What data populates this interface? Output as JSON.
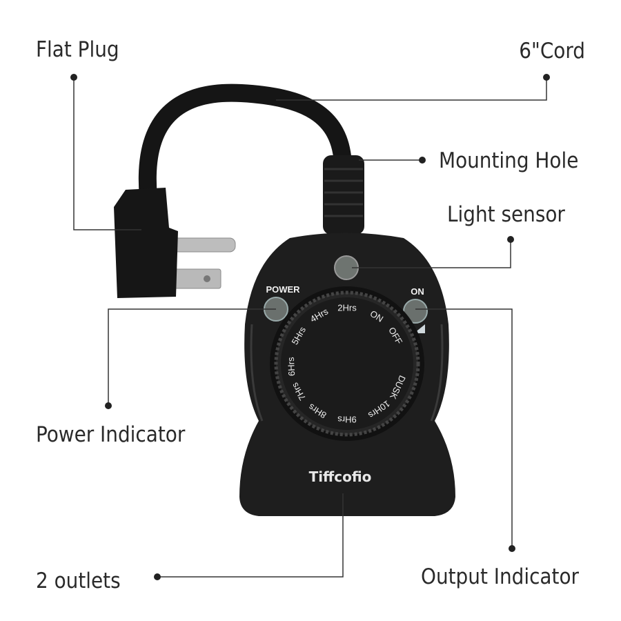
{
  "callouts": {
    "flat_plug": "Flat Plug",
    "cord": "6\"Cord",
    "mounting_hole": "Mounting Hole",
    "light_sensor": "Light sensor",
    "power_indicator": "Power Indicator",
    "output_indicator": "Output Indicator",
    "outlets": "2 outlets"
  },
  "device": {
    "power_label": "POWER",
    "on_label": "ON",
    "brand": "Tiffcofio",
    "dial_labels": [
      "2Hrs",
      "ON",
      "OFF",
      "DUSK",
      "10Hrs",
      "9Hrs",
      "8Hrs",
      "7Hrs",
      "6Hrs",
      "5Hrs",
      "4Hrs"
    ]
  },
  "colors": {
    "body": "#1c1c1c",
    "leader_line": "#333333",
    "prongs": "#bdbdbd"
  }
}
